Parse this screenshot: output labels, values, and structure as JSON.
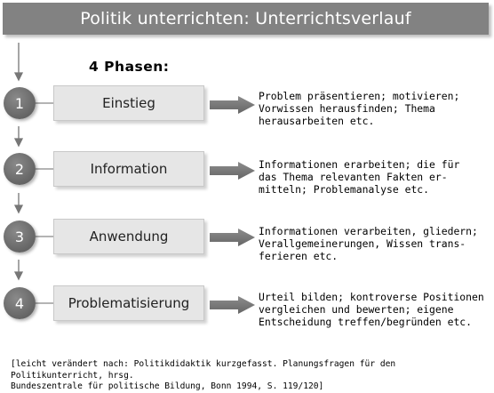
{
  "title": "Politik unterrichten: Unterrichtsverlauf",
  "phases_heading": "4 Phasen:",
  "phases": [
    {
      "number": "1",
      "label": "Einstieg",
      "description": "Problem präsentieren; motivieren;\nVorwissen herausfinden; Thema\nherausarbeiten etc."
    },
    {
      "number": "2",
      "label": "Information",
      "description": "Informationen erarbeiten; die für\ndas Thema relevanten Fakten er-\nmitteln; Problemanalyse etc."
    },
    {
      "number": "3",
      "label": "Anwendung",
      "description": "Informationen verarbeiten, gliedern;\nVerallgemeinerungen, Wissen trans-\nferieren etc."
    },
    {
      "number": "4",
      "label": "Problematisierung",
      "description": "Urteil bilden; kontroverse Positionen\nvergleichen und bewerten; eigene\nEntscheidung treffen/begründen etc."
    }
  ],
  "source_note": "[leicht verändert nach: Politikdidaktik kurzgefasst. Planungsfragen für den Politikunterricht, hrsg.\nBundeszentrale für politische Bildung, Bonn 1994, S. 119/120]",
  "colors": {
    "title_bar": "#828282",
    "circle": "#6e6e6e",
    "box": "#e6e6e6",
    "arrow": "#777777"
  }
}
